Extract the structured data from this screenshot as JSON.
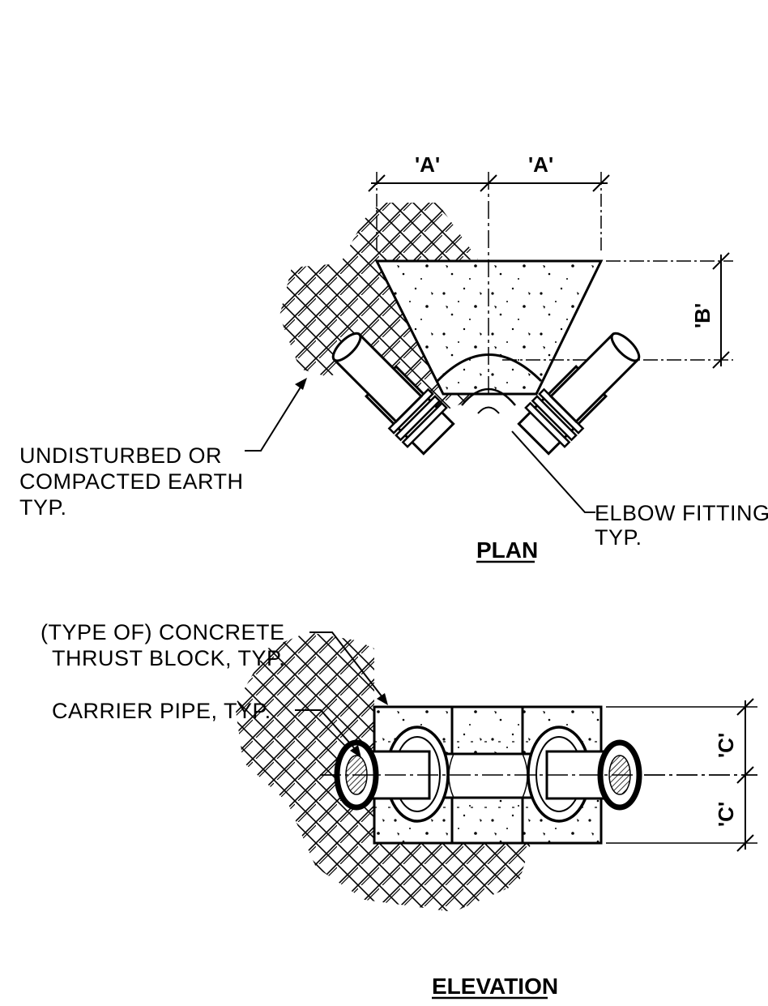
{
  "plan": {
    "dim_a_left": "'A'",
    "dim_a_right": "'A'",
    "dim_b": "'B'",
    "earth_label_line1": "UNDISTURBED OR",
    "earth_label_line2": "COMPACTED EARTH",
    "earth_label_line3": "TYP.",
    "elbow_label_line1": "ELBOW FITTING,",
    "elbow_label_line2": "TYP.",
    "title": "PLAN"
  },
  "elevation": {
    "block_label_line1": "(TYPE OF) CONCRETE",
    "block_label_line2": "THRUST BLOCK, TYP.",
    "pipe_label": "CARRIER PIPE, TYP.",
    "dim_c_top": "'C'",
    "dim_c_bottom": "'C'",
    "title": "ELEVATION"
  }
}
